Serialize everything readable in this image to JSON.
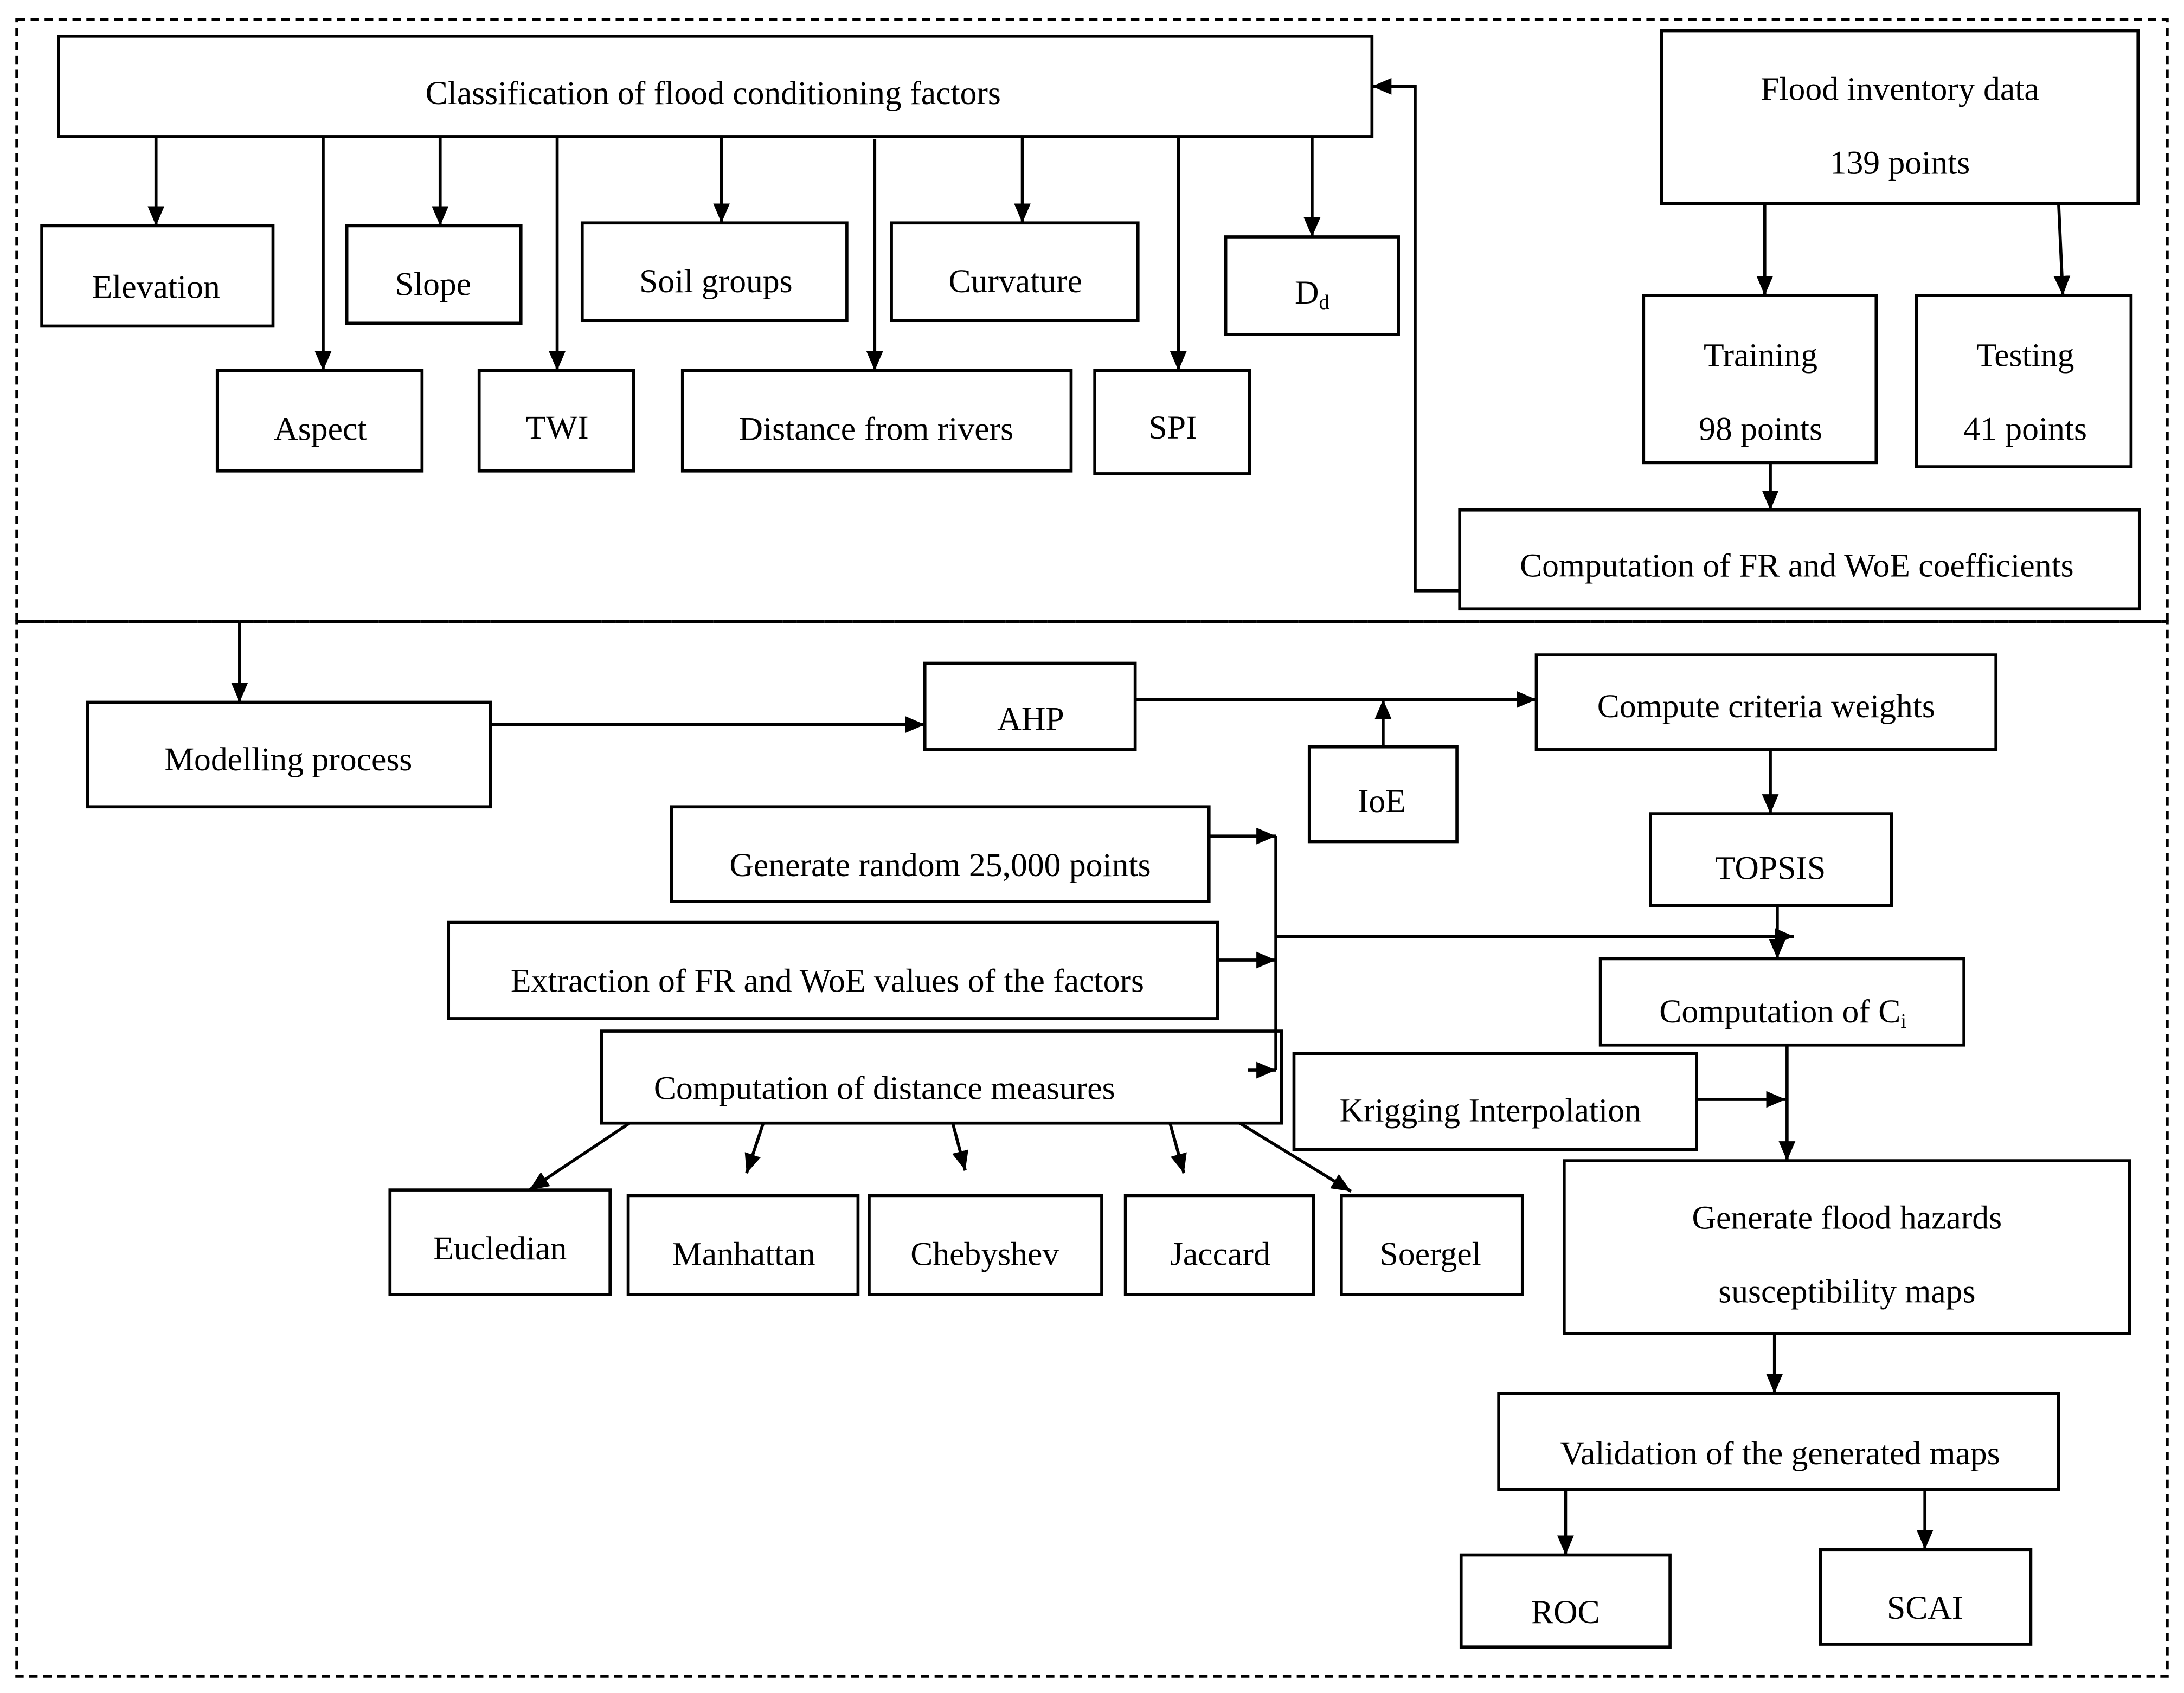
{
  "top_section": {
    "classification": "Classification of flood conditioning factors",
    "factors": {
      "elevation": "Elevation",
      "slope": "Slope",
      "soil_groups": "Soil groups",
      "curvature": "Curvature",
      "dd_main": "D",
      "dd_sub": "d",
      "aspect": "Aspect",
      "twi": "TWI",
      "distance_from_rivers": "Distance from rivers",
      "spi": "SPI"
    },
    "inventory": {
      "title": "Flood inventory data",
      "count": "139 points"
    },
    "training": {
      "title": "Training",
      "count": "98 points"
    },
    "testing": {
      "title": "Testing",
      "count": "41 points"
    },
    "coefficients": "Computation of FR and WoE coefficients"
  },
  "bottom_section": {
    "modelling": "Modelling process",
    "ahp": "AHP",
    "ioe": "IoE",
    "criteria_weights": "Compute criteria weights",
    "topsis": "TOPSIS",
    "random_points": "Generate random 25,000 points",
    "extraction": "Extraction of FR and WoE values of the factors",
    "distance_measures": "Computation of distance measures",
    "ci_main": "Computation of C",
    "ci_sub": "i",
    "krigging": "Krigging Interpolation",
    "hazard_maps": {
      "line1": "Generate flood hazards",
      "line2": "susceptibility maps"
    },
    "validation": "Validation of the generated maps",
    "roc": "ROC",
    "scai": "SCAI",
    "measures": {
      "eucledian": "Eucledian",
      "manhattan": "Manhattan",
      "chebyshev": "Chebyshev",
      "jaccard": "Jaccard",
      "soergel": "Soergel"
    }
  }
}
